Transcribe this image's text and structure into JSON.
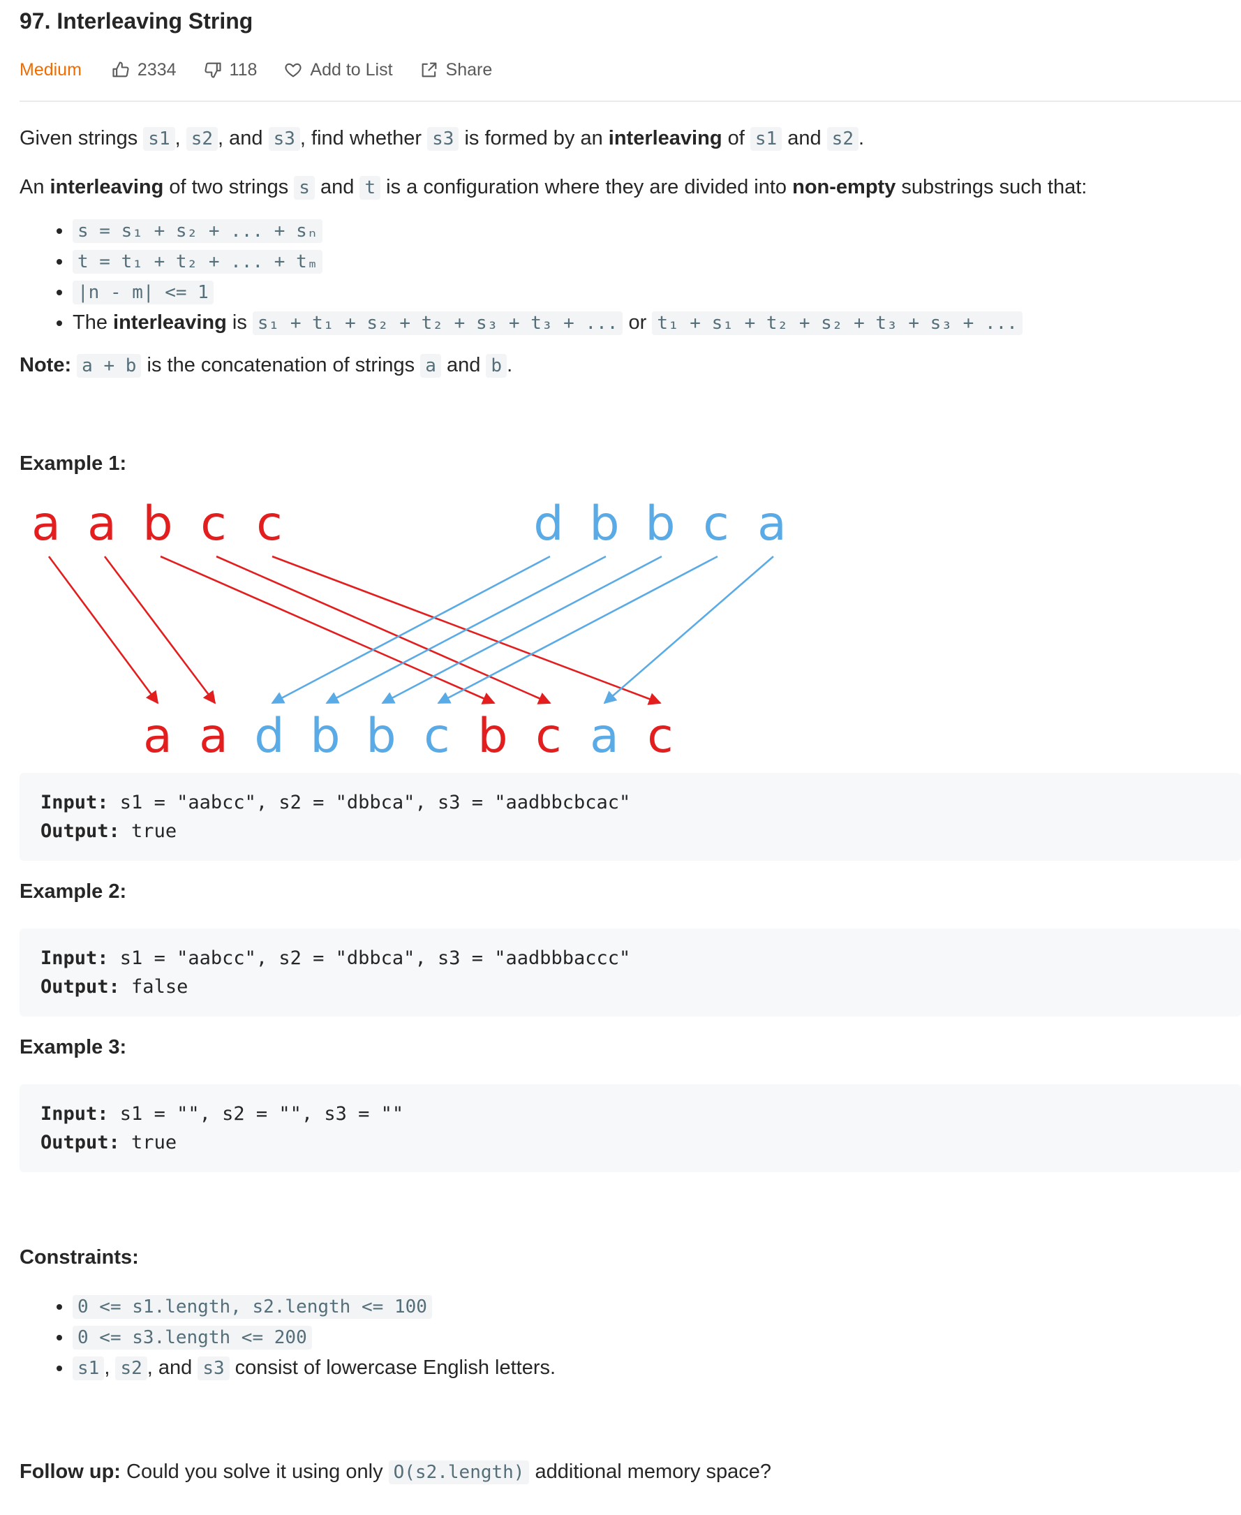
{
  "problem": {
    "title": "97. Interleaving String",
    "difficulty": "Medium",
    "likes": "2334",
    "dislikes": "118",
    "add_to_list": "Add to List",
    "share": "Share"
  },
  "description": {
    "given": {
      "t1": "Given strings ",
      "c1": "s1",
      "t2": ", ",
      "c2": "s2",
      "t3": ", and ",
      "c3": "s3",
      "t4": ", find whether ",
      "c4": "s3",
      "t5": " is formed by an ",
      "b1": "interleaving",
      "t6": " of ",
      "c5": "s1",
      "t7": " and ",
      "c6": "s2",
      "t8": "."
    },
    "def": {
      "t1": "An ",
      "b1": "interleaving",
      "t2": " of two strings ",
      "c1": "s",
      "t3": " and ",
      "c2": "t",
      "t4": " is a configuration where they are divided into ",
      "b2": "non-empty",
      "t5": " substrings such that:"
    },
    "bullets": {
      "s_eq": "s = s₁ + s₂ + ... + sₙ",
      "t_eq": "t = t₁ + t₂ + ... + tₘ",
      "nm": "|n - m| <= 1",
      "inter_t1": "The ",
      "inter_b": "interleaving",
      "inter_t2": " is ",
      "inter_c1": "s₁ + t₁ + s₂ + t₂ + s₃ + t₃ + ...",
      "inter_or": " or ",
      "inter_c2": "t₁ + s₁ + t₂ + s₂ + t₃ + s₃ + ..."
    },
    "note": {
      "b": "Note:",
      "c1": "a + b",
      "t1": " is the concatenation of strings ",
      "c2": "a",
      "t2": " and ",
      "c3": "b",
      "t3": "."
    }
  },
  "examples": [
    {
      "heading": "Example 1:",
      "input_label": "Input:",
      "input": " s1 = \"aabcc\", s2 = \"dbbca\", s3 = \"aadbbcbcac\"",
      "output_label": "Output:",
      "output": " true"
    },
    {
      "heading": "Example 2:",
      "input_label": "Input:",
      "input": " s1 = \"aabcc\", s2 = \"dbbca\", s3 = \"aadbbbaccc\"",
      "output_label": "Output:",
      "output": " false"
    },
    {
      "heading": "Example 3:",
      "input_label": "Input:",
      "input": " s1 = \"\", s2 = \"\", s3 = \"\"",
      "output_label": "Output:",
      "output": " true"
    }
  ],
  "diagram": {
    "s1_letters": [
      "a",
      "a",
      "b",
      "c",
      "c"
    ],
    "s2_letters": [
      "d",
      "b",
      "b",
      "c",
      "a"
    ],
    "s3_letters": [
      "a",
      "a",
      "d",
      "b",
      "b",
      "c",
      "b",
      "c",
      "a",
      "c"
    ],
    "s3_source": [
      "s1",
      "s1",
      "s2",
      "s2",
      "s2",
      "s2",
      "s1",
      "s1",
      "s2",
      "s1"
    ],
    "colors": {
      "s1": "#e21e1e",
      "s2": "#5aaae6"
    }
  },
  "constraints": {
    "heading": "Constraints:",
    "c1": "0 <= s1.length, s2.length <= 100",
    "c2": "0 <= s3.length <= 200",
    "c3a": "s1",
    "c3sep1": ", ",
    "c3b": "s2",
    "c3sep2": ", and ",
    "c3c": "s3",
    "c3t": " consist of lowercase English letters."
  },
  "follow_up": {
    "b": "Follow up:",
    "t1": " Could you solve it using only ",
    "c": "O(s2.length)",
    "t2": " additional memory space?"
  },
  "icons": [
    "thumbs-up-icon",
    "thumbs-down-icon",
    "heart-icon",
    "share-icon"
  ]
}
